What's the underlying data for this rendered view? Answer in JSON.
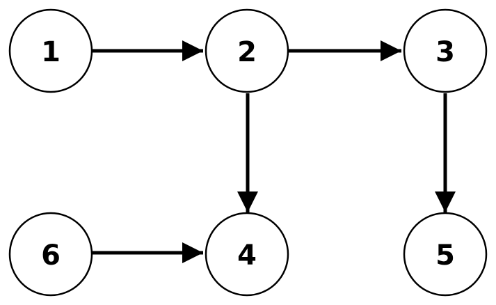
{
  "diagram": {
    "type": "directed-graph",
    "colors": {
      "stroke": "#000000",
      "node_fill": "#ffffff",
      "text": "#000000",
      "background": "#ffffff"
    },
    "nodes": [
      {
        "id": "1",
        "label": "1"
      },
      {
        "id": "2",
        "label": "2"
      },
      {
        "id": "3",
        "label": "3"
      },
      {
        "id": "4",
        "label": "4"
      },
      {
        "id": "5",
        "label": "5"
      },
      {
        "id": "6",
        "label": "6"
      }
    ],
    "edges": [
      {
        "from": "1",
        "to": "2"
      },
      {
        "from": "2",
        "to": "3"
      },
      {
        "from": "2",
        "to": "4"
      },
      {
        "from": "3",
        "to": "5"
      },
      {
        "from": "6",
        "to": "4"
      }
    ]
  }
}
